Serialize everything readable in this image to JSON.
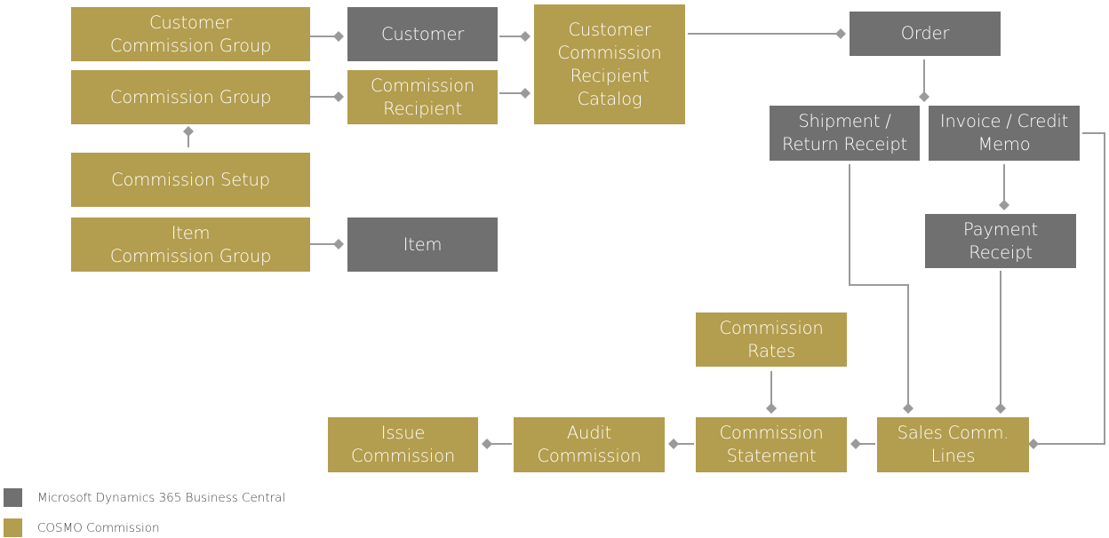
{
  "colors": {
    "bc": "#6f706f",
    "cosmo": "#b39d4e",
    "edge": "#9a9a9a"
  },
  "nodes": [
    {
      "id": "customer-commission-group",
      "kind": "cosmo",
      "lines": [
        "Customer",
        "Commission Group"
      ]
    },
    {
      "id": "customer",
      "kind": "bc",
      "lines": [
        "Customer"
      ]
    },
    {
      "id": "customer-commission-recipient-catalog",
      "kind": "cosmo",
      "lines": [
        "Customer",
        "Commission",
        "Recipient",
        "Catalog"
      ]
    },
    {
      "id": "order",
      "kind": "bc",
      "lines": [
        "Order"
      ]
    },
    {
      "id": "commission-group",
      "kind": "cosmo",
      "lines": [
        "Commission Group"
      ]
    },
    {
      "id": "commission-recipient",
      "kind": "cosmo",
      "lines": [
        "Commission",
        "Recipient"
      ]
    },
    {
      "id": "shipment-return-receipt",
      "kind": "bc",
      "lines": [
        "Shipment /",
        "Return Receipt"
      ]
    },
    {
      "id": "invoice-credit-memo",
      "kind": "bc",
      "lines": [
        "Invoice / Credit",
        "Memo"
      ]
    },
    {
      "id": "commission-setup",
      "kind": "cosmo",
      "lines": [
        "Commission Setup"
      ]
    },
    {
      "id": "item-commission-group",
      "kind": "cosmo",
      "lines": [
        "Item",
        "Commission Group"
      ]
    },
    {
      "id": "item",
      "kind": "bc",
      "lines": [
        "Item"
      ]
    },
    {
      "id": "payment-receipt",
      "kind": "bc",
      "lines": [
        "Payment",
        "Receipt"
      ]
    },
    {
      "id": "commission-rates",
      "kind": "cosmo",
      "lines": [
        "Commission",
        "Rates"
      ]
    },
    {
      "id": "issue-commission",
      "kind": "cosmo",
      "lines": [
        "Issue",
        "Commission"
      ]
    },
    {
      "id": "audit-commission",
      "kind": "cosmo",
      "lines": [
        "Audit",
        "Commission"
      ]
    },
    {
      "id": "commission-statement",
      "kind": "cosmo",
      "lines": [
        "Commission",
        "Statement"
      ]
    },
    {
      "id": "sales-comm-lines",
      "kind": "cosmo",
      "lines": [
        "Sales Comm.",
        "Lines"
      ]
    }
  ],
  "edges": [
    {
      "from": "customer-commission-group",
      "to": "customer"
    },
    {
      "from": "customer",
      "to": "customer-commission-recipient-catalog"
    },
    {
      "from": "customer-commission-recipient-catalog",
      "to": "order"
    },
    {
      "from": "commission-group",
      "to": "commission-recipient"
    },
    {
      "from": "commission-recipient",
      "to": "customer-commission-recipient-catalog"
    },
    {
      "from": "commission-setup",
      "to": "commission-group"
    },
    {
      "from": "item-commission-group",
      "to": "item"
    },
    {
      "from": "order",
      "to": "shipment-return-receipt"
    },
    {
      "from": "invoice-credit-memo",
      "to": "payment-receipt"
    },
    {
      "from": "shipment-return-receipt",
      "to": "sales-comm-lines"
    },
    {
      "from": "payment-receipt",
      "to": "sales-comm-lines"
    },
    {
      "from": "invoice-credit-memo",
      "to": "sales-comm-lines"
    },
    {
      "from": "commission-rates",
      "to": "commission-statement"
    },
    {
      "from": "sales-comm-lines",
      "to": "commission-statement"
    },
    {
      "from": "commission-statement",
      "to": "audit-commission"
    },
    {
      "from": "audit-commission",
      "to": "issue-commission"
    }
  ],
  "legend": [
    {
      "kind": "bc",
      "label": "Microsoft Dynamics 365 Business Central"
    },
    {
      "kind": "cosmo",
      "label": "COSMO Commission"
    }
  ]
}
